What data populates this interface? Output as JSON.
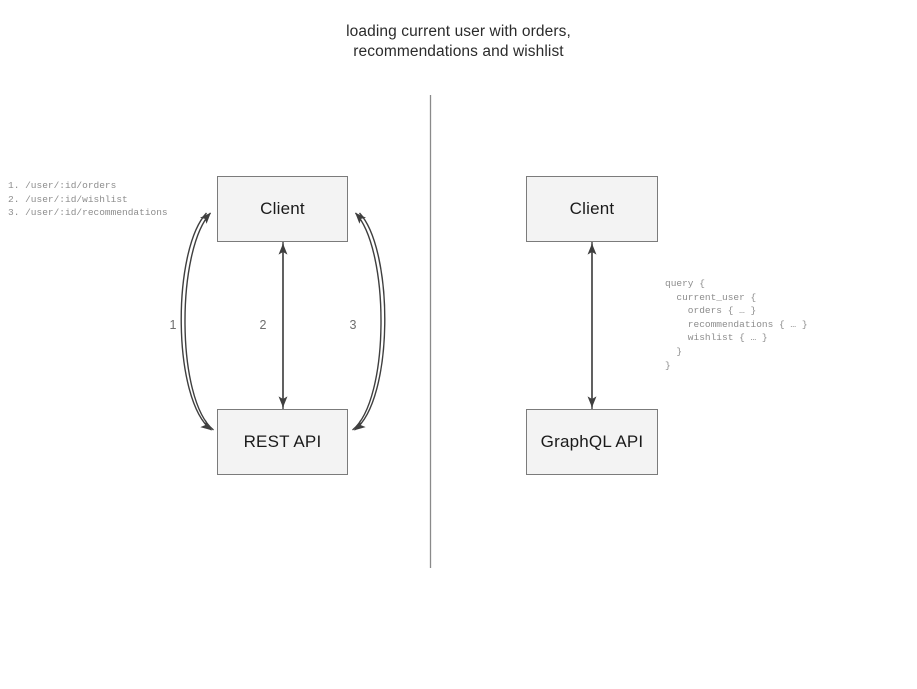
{
  "diagram": {
    "title": "loading current user with orders,\nrecommendations and wishlist",
    "colors": {
      "node_fill": "#f3f3f3",
      "node_border": "#7b7b7b",
      "edge": "#4d4d4d",
      "divider": "#8a8a8a",
      "code_text": "#8d8d8d",
      "label_text": "#6e6e6e",
      "title_text": "#2b2b2b"
    },
    "left_panel": {
      "name": "rest-approach",
      "rest_endpoints": "1. /user/:id/orders\n2. /user/:id/wishlist\n3. /user/:id/recommendations",
      "nodes": {
        "client": "Client",
        "api": "REST API"
      },
      "edge_labels": [
        "1",
        "2",
        "3"
      ]
    },
    "right_panel": {
      "name": "graphql-approach",
      "nodes": {
        "client": "Client",
        "api": "GraphQL API"
      },
      "query": "query {\n  current_user {\n    orders { … }\n    recommendations { … }\n    wishlist { … }\n  }\n}"
    }
  }
}
